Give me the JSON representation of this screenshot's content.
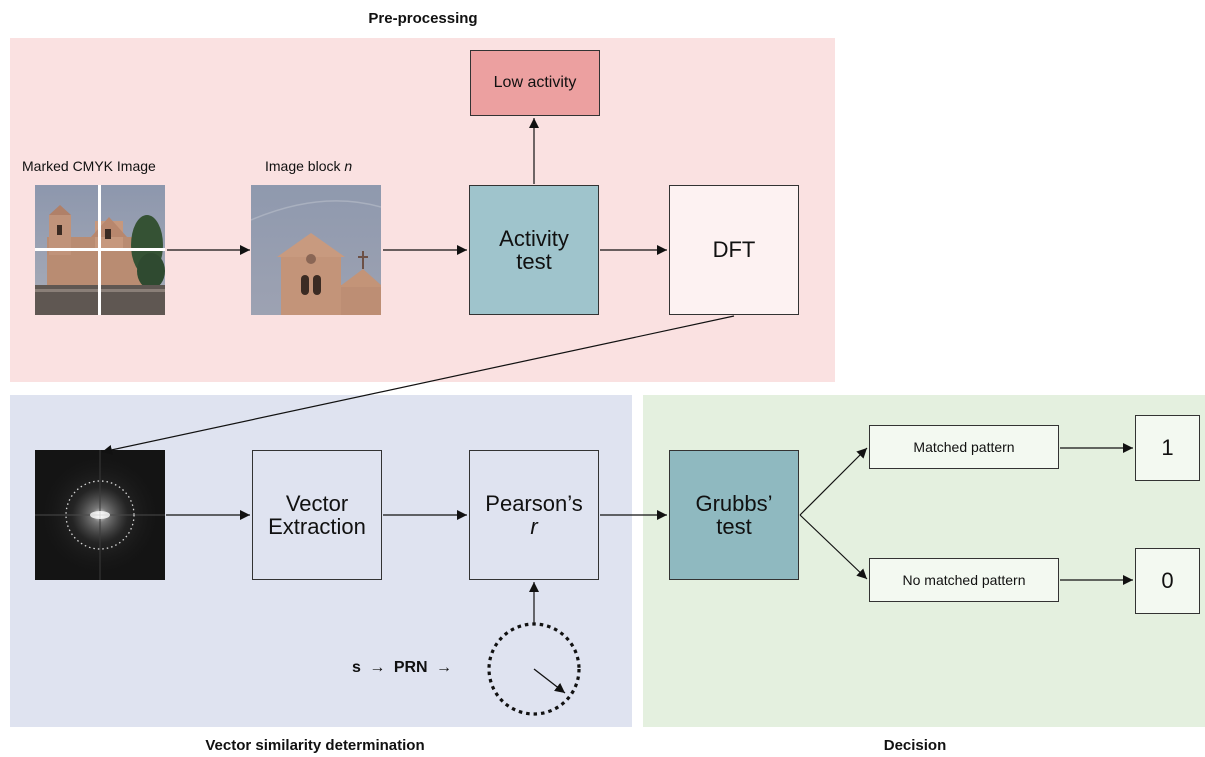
{
  "sections": {
    "preprocessing": "Pre-processing",
    "vector_similarity": "Vector similarity determination",
    "decision": "Decision"
  },
  "colors": {
    "preprocessing_bg": "#fae1e1",
    "vector_bg": "#dfe3f0",
    "decision_bg": "#e4f0df",
    "low_activity_fill": "#eca0a0",
    "activity_fill": "#9fc4cc",
    "grubbs_fill": "#8fb9c0",
    "white_box": "#fdf2f2",
    "arrow": "#111111"
  },
  "labels": {
    "marked_image": "Marked CMYK Image",
    "image_block": "Image block ",
    "image_block_var": "n",
    "low_activity": "Low activity",
    "activity_test_line1": "Activity",
    "activity_test_line2": "test",
    "dft": "DFT",
    "vector_extraction_line1": "Vector",
    "vector_extraction_line2": "Extraction",
    "pearson_line1": "Pearson’s",
    "pearson_line2": "r",
    "grubbs_line1": "Grubbs’",
    "grubbs_line2": "test",
    "matched": "Matched pattern",
    "no_matched": "No matched pattern",
    "out_one": "1",
    "out_zero": "0",
    "prn_s": "s",
    "prn_label": "PRN",
    "arrow_glyph": "→"
  },
  "icons": {
    "marked_image": "church-photo-grid-icon",
    "image_block": "church-photo-icon",
    "spectrum": "dft-spectrum-icon",
    "prn_dial": "prn-dial-icon"
  }
}
